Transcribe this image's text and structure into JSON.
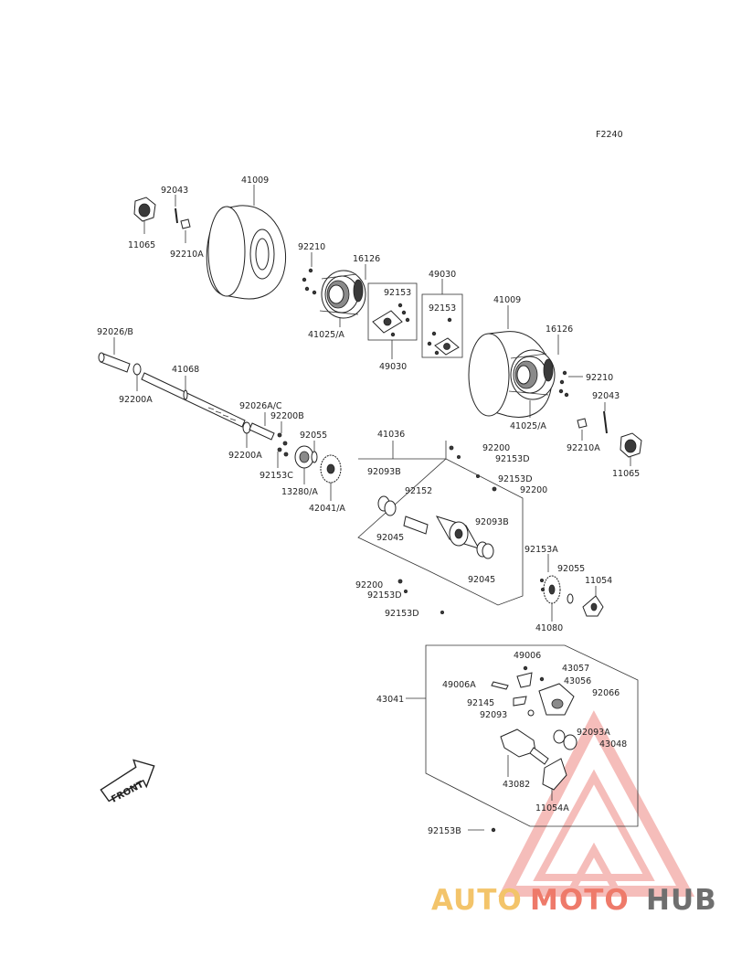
{
  "diagram": {
    "code": "F2240",
    "front_label": "FRONT",
    "labels": {
      "l92043a": "92043",
      "l41009a": "41009",
      "l11065a": "11065",
      "l92210Aa": "92210A",
      "l92210a": "92210",
      "l16126a": "16126",
      "l41025Aa": "41025/A",
      "l49030t": "49030",
      "l92153t": "92153",
      "l92153m": "92153",
      "l49030b": "49030",
      "l41009b": "41009",
      "l16126b": "16126",
      "l92210b": "92210",
      "l92043b": "92043",
      "l41025Ab": "41025/A",
      "l92210Ab": "92210A",
      "l11065b": "11065",
      "l92026B": "92026/B",
      "l92200Aa": "92200A",
      "l41068": "41068",
      "l92026AC": "92026A/C",
      "l92200B": "92200B",
      "l92055a": "92055",
      "l92200Ab": "92200A",
      "l92153C": "92153C",
      "l13280A": "13280/A",
      "l42041A": "42041/A",
      "l41036": "41036",
      "l92093Ba": "92093B",
      "l92152": "92152",
      "l92045a": "92045",
      "l92200a": "92200",
      "l92153Da": "92153D",
      "l92153Db": "92153D",
      "l92200b": "92200",
      "l92093Bb": "92093B",
      "l92045b": "92045",
      "l92200c": "92200",
      "l92153Dc": "92153D",
      "l92153Dd": "92153D",
      "l92153A": "92153A",
      "l92055b": "92055",
      "l11054": "11054",
      "l41080": "41080",
      "l49006": "49006",
      "l43057": "43057",
      "l43041": "43041",
      "l49006A": "49006A",
      "l43056": "43056",
      "l92145": "92145",
      "l92066": "92066",
      "l92093": "92093",
      "l92093A": "92093A",
      "l43048": "43048",
      "l43082": "43082",
      "l11054A": "11054A",
      "l92153B": "92153B"
    }
  },
  "watermark": {
    "part1": "AUTO",
    "part2": "MOTO",
    "part3": "HUB",
    "colors": {
      "auto": "#f3c46a",
      "moto": "#ee7a6a",
      "hub": "#6f6f6f",
      "triangle": "#f2a7a3"
    }
  }
}
